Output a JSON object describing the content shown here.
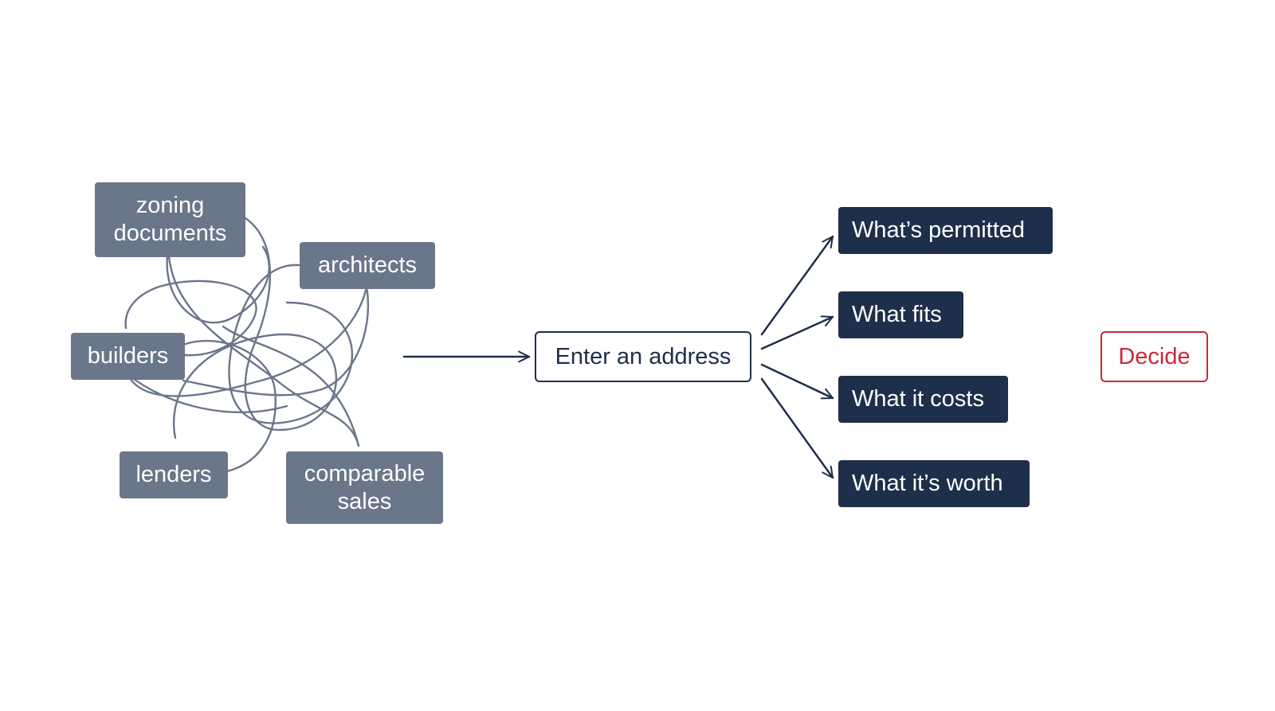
{
  "sources": {
    "zoning": "zoning\ndocuments",
    "architects": "architects",
    "builders": "builders",
    "lenders": "lenders",
    "comparable": "comparable\nsales"
  },
  "center": {
    "label": "Enter an address"
  },
  "outputs": {
    "permitted": "What’s permitted",
    "fits": "What fits",
    "costs": "What it costs",
    "worth": "What it’s worth"
  },
  "decision": {
    "label": "Decide"
  },
  "colors": {
    "source_box": "#6a7689",
    "tangle_lines": "#6a7689",
    "output_box": "#1e2f4b",
    "arrows": "#1e2f4b",
    "decide_accent": "#c62a3a"
  }
}
